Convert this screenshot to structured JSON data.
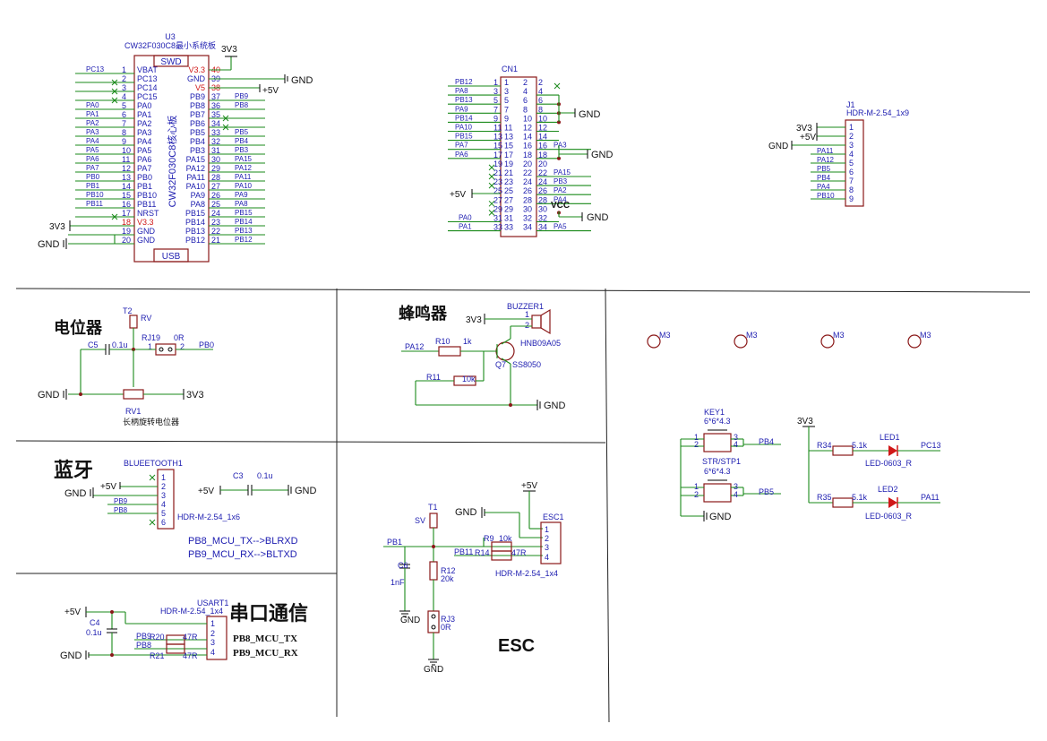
{
  "mcu": {
    "ref": "U3",
    "title": "CW32F030C8最小系统板",
    "swd": "SWD",
    "usb": "USB",
    "core": "CW32F030C8核心板",
    "left_pins": [
      {
        "num": "1",
        "name": "VBAT",
        "net": "PC13"
      },
      {
        "num": "2",
        "name": "PC13",
        "net": ""
      },
      {
        "num": "3",
        "name": "PC14",
        "net": ""
      },
      {
        "num": "4",
        "name": "PC15",
        "net": ""
      },
      {
        "num": "5",
        "name": "PA0",
        "net": "PA0"
      },
      {
        "num": "6",
        "name": "PA1",
        "net": "PA1"
      },
      {
        "num": "7",
        "name": "PA2",
        "net": "PA2"
      },
      {
        "num": "8",
        "name": "PA3",
        "net": "PA3"
      },
      {
        "num": "9",
        "name": "PA4",
        "net": "PA4"
      },
      {
        "num": "10",
        "name": "PA5",
        "net": "PA5"
      },
      {
        "num": "11",
        "name": "PA6",
        "net": "PA6"
      },
      {
        "num": "12",
        "name": "PA7",
        "net": "PA7"
      },
      {
        "num": "13",
        "name": "PB0",
        "net": "PB0"
      },
      {
        "num": "14",
        "name": "PB1",
        "net": "PB1"
      },
      {
        "num": "15",
        "name": "PB10",
        "net": "PB10"
      },
      {
        "num": "16",
        "name": "PB11",
        "net": "PB11"
      },
      {
        "num": "17",
        "name": "NRST",
        "net": ""
      },
      {
        "num": "18",
        "name": "V3.3",
        "net": ""
      },
      {
        "num": "19",
        "name": "GND",
        "net": ""
      },
      {
        "num": "20",
        "name": "GND",
        "net": ""
      }
    ],
    "right_pins": [
      {
        "num": "40",
        "name": "V3.3",
        "net": ""
      },
      {
        "num": "39",
        "name": "GND",
        "net": ""
      },
      {
        "num": "38",
        "name": "V5",
        "net": ""
      },
      {
        "num": "37",
        "name": "PB9",
        "net": "PB9"
      },
      {
        "num": "36",
        "name": "PB8",
        "net": "PB8"
      },
      {
        "num": "35",
        "name": "PB7",
        "net": ""
      },
      {
        "num": "34",
        "name": "PB6",
        "net": ""
      },
      {
        "num": "33",
        "name": "PB5",
        "net": "PB5"
      },
      {
        "num": "32",
        "name": "PB4",
        "net": "PB4"
      },
      {
        "num": "31",
        "name": "PB3",
        "net": "PB3"
      },
      {
        "num": "30",
        "name": "PA15",
        "net": "PA15"
      },
      {
        "num": "29",
        "name": "PA12",
        "net": "PA12"
      },
      {
        "num": "28",
        "name": "PA11",
        "net": "PA11"
      },
      {
        "num": "27",
        "name": "PA10",
        "net": "PA10"
      },
      {
        "num": "26",
        "name": "PA9",
        "net": "PA9"
      },
      {
        "num": "25",
        "name": "PA8",
        "net": "PA8"
      },
      {
        "num": "24",
        "name": "PB15",
        "net": "PB15"
      },
      {
        "num": "23",
        "name": "PB14",
        "net": "PB14"
      },
      {
        "num": "22",
        "name": "PB13",
        "net": "PB13"
      },
      {
        "num": "21",
        "name": "PB12",
        "net": "PB12"
      }
    ],
    "power_labels": {
      "v3v3": "3V3",
      "gnd": "GND",
      "p5v": "+5V"
    }
  },
  "cn1": {
    "ref": "CN1",
    "vcc": "VCC",
    "p5v": "+5V",
    "gnd": "GND",
    "left_nets": [
      "PB12",
      "PA8",
      "PB13",
      "PA9",
      "PB14",
      "PA10",
      "PB15",
      "PA7",
      "PA6",
      "",
      "",
      "",
      "",
      "",
      "PA0",
      "PA1"
    ],
    "right_nets": [
      "",
      "",
      "",
      "",
      "",
      "",
      "PA3",
      "",
      "",
      "PA15",
      "PB3",
      "PA2",
      "PA4",
      "",
      "",
      "PA5"
    ]
  },
  "j1": {
    "ref": "J1",
    "part": "HDR-M-2.54_1x9",
    "nets": [
      "3V3",
      "+5V",
      "GND",
      "PA11",
      "PA12",
      "PB5",
      "PB4",
      "PA4",
      "PB10"
    ]
  },
  "pot": {
    "heading": "电位器",
    "t2": "T2",
    "rv": "RV",
    "rj19": "RJ19",
    "zero_r": "0R",
    "c5": "C5",
    "c5v": "0.1u",
    "pin1": "1",
    "pin2": "2",
    "net": "PB0",
    "gnd": "GND",
    "v3": "3V3",
    "rv1": "RV1",
    "desc": "长柄旋转电位器"
  },
  "buzzer": {
    "heading": "蜂鸣器",
    "ref": "BUZZER1",
    "part": "HNB09A05",
    "v3": "3V3",
    "p1": "1",
    "p2": "2",
    "r10": "R10",
    "r10v": "1k",
    "net": "PA12",
    "q7": "Q7",
    "q7v": "SS8050",
    "r11": "R11",
    "r11v": "10k",
    "gnd": "GND"
  },
  "mounting": [
    "M3",
    "M3",
    "M3",
    "M3"
  ],
  "keys": {
    "key1": "KEY1",
    "key1v": "6*6*4.3",
    "stp": "STR/STP1",
    "stpv": "6*6*4.3",
    "net1": "PB4",
    "net2": "PB5",
    "gnd": "GND",
    "pins": [
      "1",
      "2",
      "3",
      "4"
    ]
  },
  "leds": {
    "v3": "3V3",
    "r34": "R34",
    "r34v": "5.1k",
    "led1": "LED1",
    "led1p": "LED-0603_R",
    "net1": "PC13",
    "r35": "R35",
    "r35v": "5.1k",
    "led2": "LED2",
    "led2p": "LED-0603_R",
    "net2": "PA11"
  },
  "bluetooth": {
    "heading": "蓝牙",
    "ref": "BLUEETOOTH1",
    "part": "HDR-M-2.54_1x6",
    "p5v": "+5V",
    "gnd": "GND",
    "nets": [
      "PB9",
      "PB8"
    ],
    "c3": "C3",
    "c3v": "0.1u",
    "note1": "PB8_MCU_TX-->BLRXD",
    "note2": "PB9_MCU_RX-->BLTXD",
    "pins": [
      "1",
      "2",
      "3",
      "4",
      "5",
      "6"
    ]
  },
  "esc": {
    "heading": "ESC",
    "t1": "T1",
    "sv": "SV",
    "net_pb1": "PB1",
    "c6": "C6",
    "c6v": "1nF",
    "r12": "R12",
    "r12v": "20k",
    "rj3": "RJ3",
    "rj3v": "0R",
    "gnd": "GND",
    "r9": "R9",
    "r9v": "10k",
    "r14": "R14",
    "r14v": "47R",
    "net_pb11": "PB11",
    "ref": "ESC1",
    "part": "HDR-M-2.54_1x4",
    "p5v": "+5V",
    "pins": [
      "1",
      "2",
      "3",
      "4"
    ]
  },
  "uart": {
    "heading": "串口通信",
    "ref": "USART1",
    "part": "HDR-M-2.54_1x4",
    "p5v": "+5V",
    "gnd": "GND",
    "c4": "C4",
    "c4v": "0.1u",
    "r20": "R20",
    "r20v": "47R",
    "r21": "R21",
    "r21v": "47R",
    "nets": [
      "PB9",
      "PB8"
    ],
    "note1": "PB8_MCU_TX",
    "note2": "PB9_MCU_RX",
    "pins": [
      "1",
      "2",
      "3",
      "4"
    ]
  }
}
